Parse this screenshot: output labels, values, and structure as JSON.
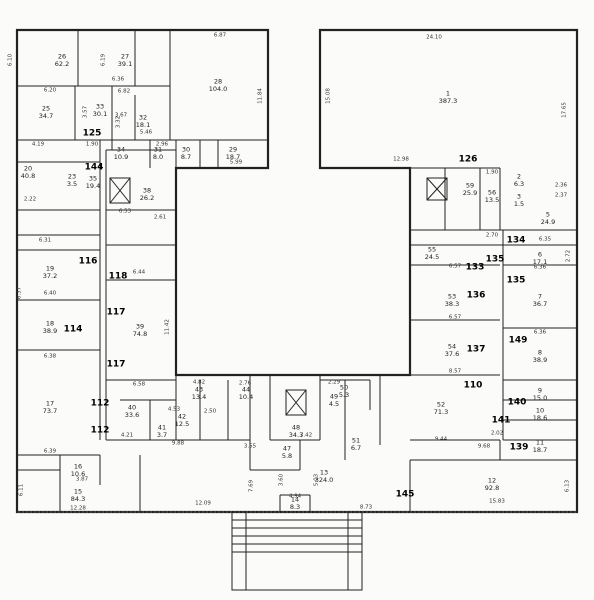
{
  "rooms": [
    {
      "no": "26",
      "area": "62.2"
    },
    {
      "no": "27",
      "area": "39.1"
    },
    {
      "no": "28",
      "area": "104.0"
    },
    {
      "no": "25",
      "area": "34.7"
    },
    {
      "no": "33",
      "area": "30.1"
    },
    {
      "no": "32",
      "area": "18.1"
    },
    {
      "no": "34",
      "area": "10.9"
    },
    {
      "no": "31",
      "area": "8.0"
    },
    {
      "no": "30",
      "area": "8.7"
    },
    {
      "no": "29",
      "area": "18.7"
    },
    {
      "no": "1",
      "area": "387.3"
    },
    {
      "no": "20",
      "area": "40.8"
    },
    {
      "no": "23",
      "area": "3.5"
    },
    {
      "no": "35",
      "area": "19.4"
    },
    {
      "no": "38",
      "area": "26.2"
    },
    {
      "no": "19",
      "area": "37.2"
    },
    {
      "no": "18",
      "area": "38.9"
    },
    {
      "no": "39",
      "area": "74.8"
    },
    {
      "no": "17",
      "area": "73.7"
    },
    {
      "no": "40",
      "area": "33.6"
    },
    {
      "no": "41",
      "area": "3.7"
    },
    {
      "no": "42",
      "area": "12.5"
    },
    {
      "no": "43",
      "area": "13.4"
    },
    {
      "no": "44",
      "area": "10.4"
    },
    {
      "no": "47",
      "area": "5.8"
    },
    {
      "no": "48",
      "area": "34.3"
    },
    {
      "no": "49",
      "area": "4.5"
    },
    {
      "no": "50",
      "area": "5.3"
    },
    {
      "no": "51",
      "area": "6.7"
    },
    {
      "no": "52",
      "area": "71.3"
    },
    {
      "no": "53",
      "area": "38.3"
    },
    {
      "no": "54",
      "area": "37.6"
    },
    {
      "no": "55",
      "area": "24.5"
    },
    {
      "no": "56",
      "area": "13.5"
    },
    {
      "no": "59",
      "area": "25.9"
    },
    {
      "no": "6",
      "area": "17.1"
    },
    {
      "no": "7",
      "area": "36.7"
    },
    {
      "no": "8",
      "area": "38.9"
    },
    {
      "no": "9",
      "area": "15.0"
    },
    {
      "no": "10",
      "area": "18.6"
    },
    {
      "no": "11",
      "area": "18.7"
    },
    {
      "no": "12",
      "area": "92.8"
    },
    {
      "no": "13",
      "area": "324.0"
    },
    {
      "no": "14",
      "area": "8.3"
    },
    {
      "no": "15",
      "area": "84.3"
    },
    {
      "no": "16",
      "area": "10.6"
    },
    {
      "no": "5",
      "area": "24.9"
    },
    {
      "no": "3",
      "area": "1.5"
    },
    {
      "no": "2",
      "area": "6.3"
    }
  ],
  "tags": [
    "125",
    "144",
    "116",
    "118",
    "117",
    "114",
    "117",
    "112",
    "112",
    "126",
    "134",
    "133",
    "135",
    "135",
    "136",
    "137",
    "149",
    "110",
    "140",
    "141",
    "139",
    "145"
  ],
  "dims": [
    "6.10",
    "6.19",
    "6.87",
    "24.10",
    "6.36",
    "6.20",
    "6.82",
    "3.57",
    "3.32",
    "3.67",
    "5.46",
    "11.84",
    "15.08",
    "17.65",
    "4.19",
    "1.90",
    "2.96",
    "5.99",
    "12.98",
    "1.90",
    "2.36",
    "2.37",
    "2.22",
    "6.53",
    "2.61",
    "6.31",
    "2.70",
    "6.35",
    "6.36",
    "6.44",
    "2.72",
    "6.40",
    "6.57",
    "11.42",
    "6.57",
    "6.36",
    "6.38",
    "6.58",
    "8.57",
    "4.82",
    "3.55",
    "2.29",
    "7.42",
    "9.44",
    "2.02",
    "6.39",
    "4.21",
    "9.88",
    "7.69",
    "3.60",
    "5.03",
    "12.09",
    "8.73",
    "15.83",
    "12.28",
    "3.87",
    "6.11",
    "6.13",
    "4.94",
    "6.37",
    "9.68",
    "2.50",
    "4.53",
    "2.76"
  ],
  "corridor_labels": [
    "13",
    "324.0"
  ]
}
